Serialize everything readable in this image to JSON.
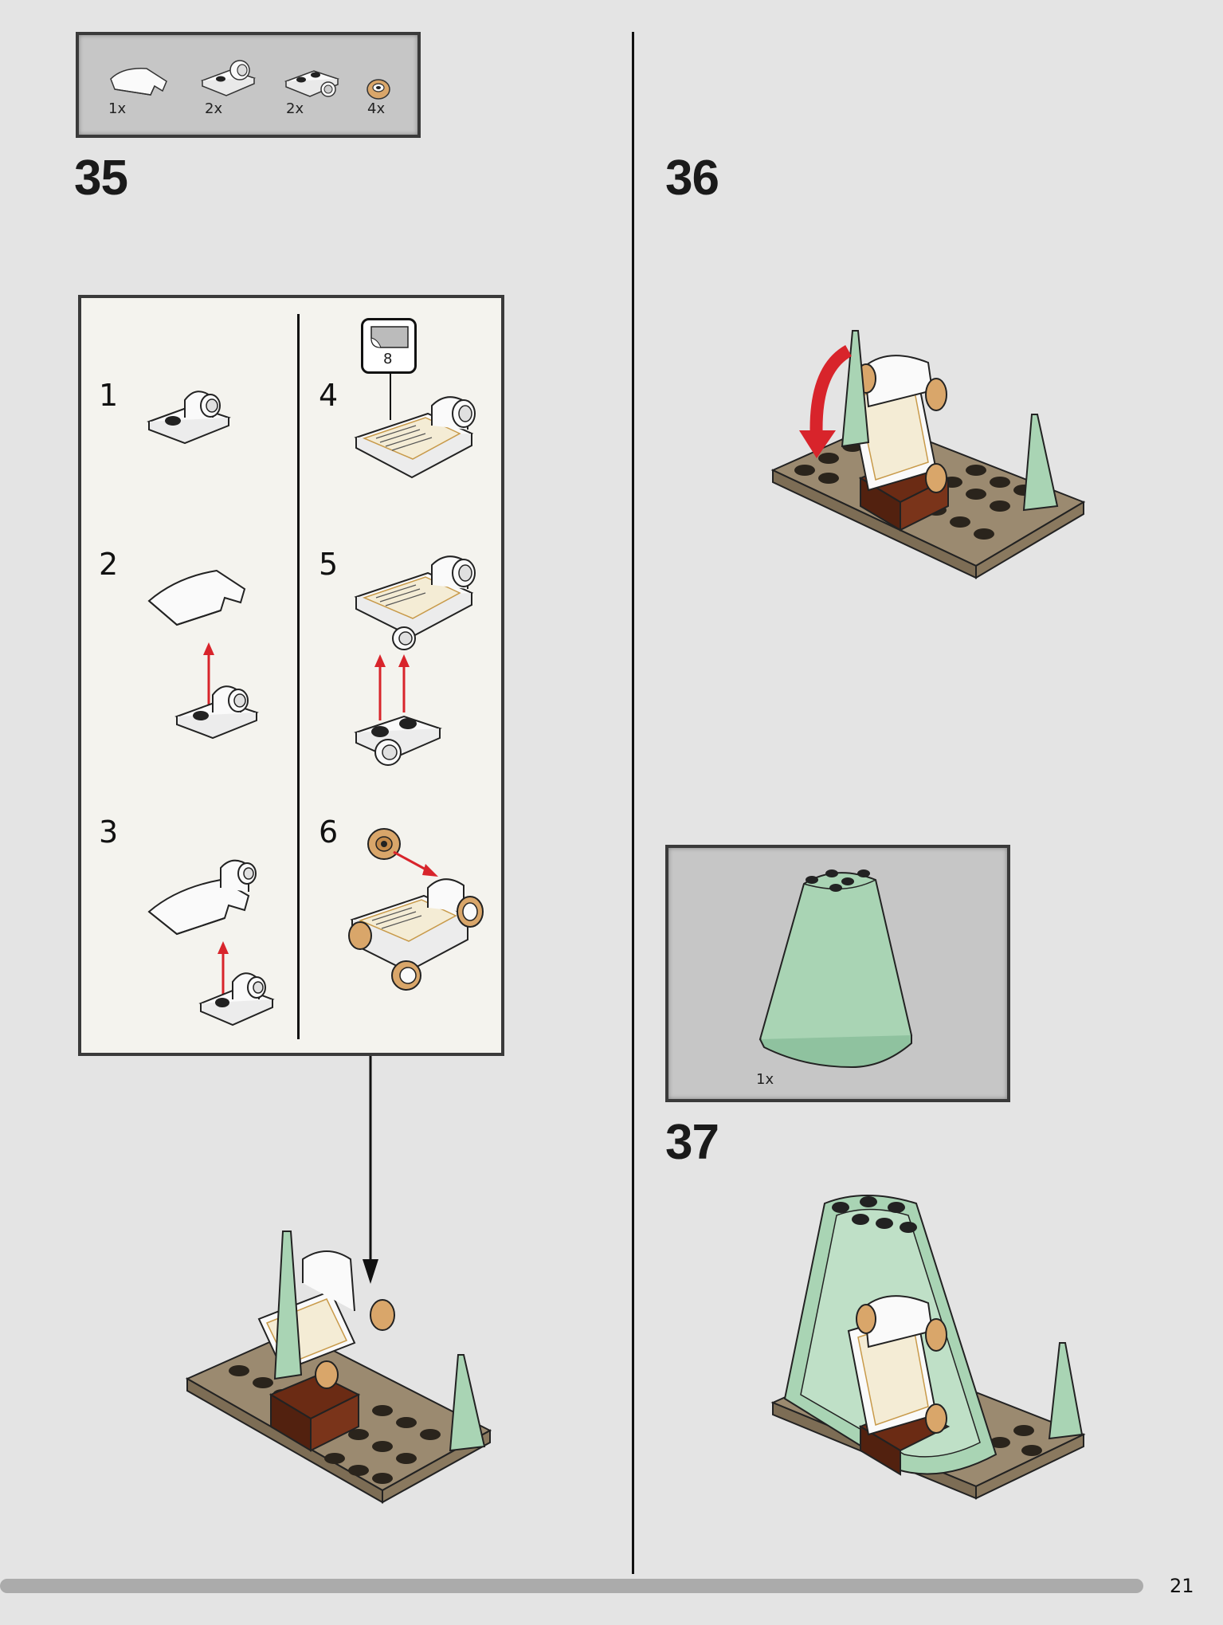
{
  "steps": {
    "s35": {
      "number": "35",
      "parts": [
        {
          "qty": "1x",
          "icon": "curved-slope-white-icon"
        },
        {
          "qty": "2x",
          "icon": "plate-with-clip-white-icon"
        },
        {
          "qty": "2x",
          "icon": "plate-with-pin-hole-white-icon"
        },
        {
          "qty": "4x",
          "icon": "wheel-tan-icon"
        }
      ],
      "substeps": [
        "1",
        "2",
        "3",
        "4",
        "5",
        "6"
      ],
      "sticker_number": "8"
    },
    "s36": {
      "number": "36"
    },
    "s37": {
      "number": "37",
      "parts": [
        {
          "qty": "1x",
          "icon": "cone-sand-green-icon"
        }
      ]
    }
  },
  "page_number": "21",
  "colors": {
    "background": "#e4e4e4",
    "callout": "#f4f3ee",
    "plate_tan": "#9b8a70",
    "brick_brown": "#6b2b14",
    "sand_green": "#a9d4b4",
    "arrow_red": "#d8242b"
  }
}
